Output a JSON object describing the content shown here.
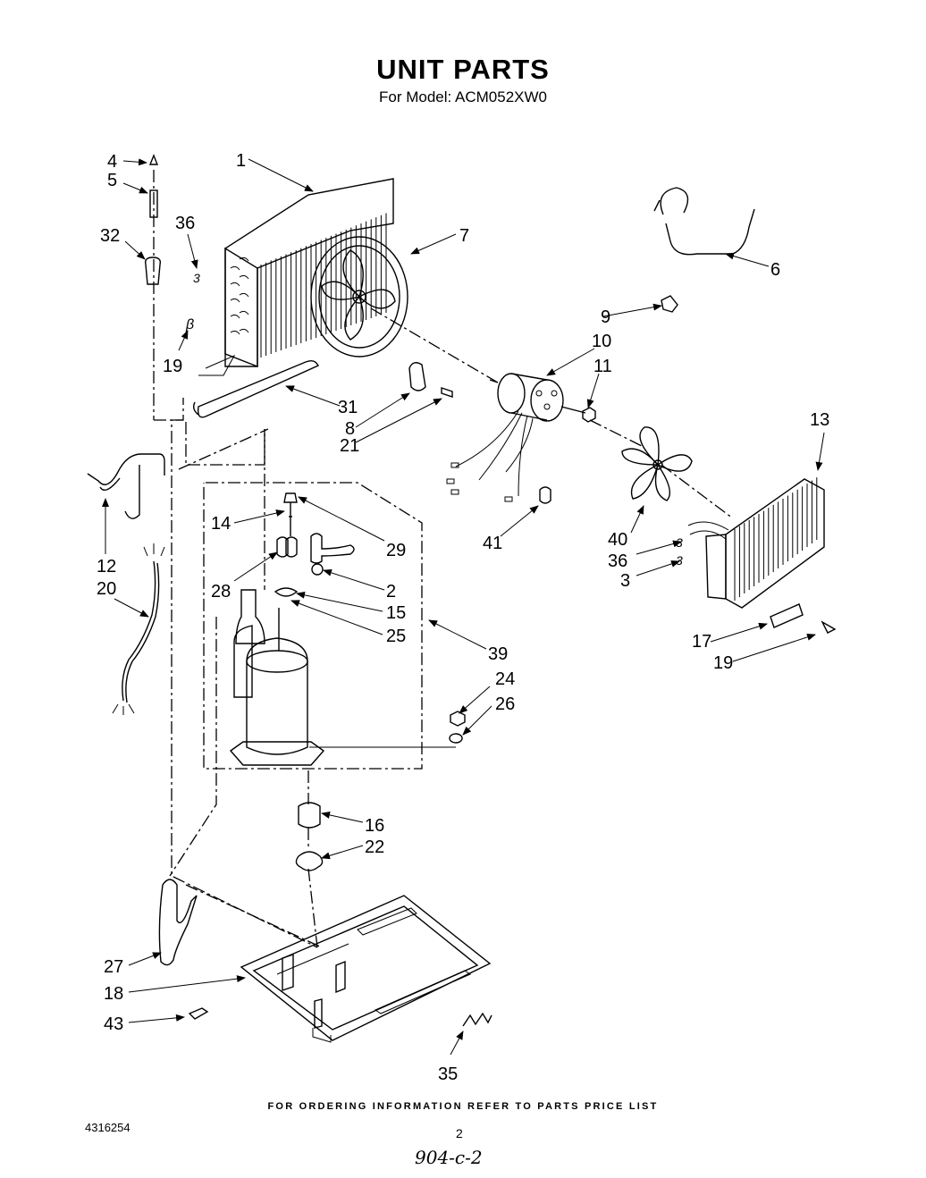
{
  "header": {
    "title": "UNIT PARTS",
    "subtitle": "For Model: ACM052XW0"
  },
  "footer": {
    "ordering_note": "FOR ORDERING INFORMATION REFER TO PARTS PRICE LIST",
    "document_number": "4316254",
    "page_number": "2",
    "handwritten_note": "904-c-2"
  },
  "callouts": [
    "1",
    "2",
    "3",
    "3",
    "4",
    "5",
    "6",
    "7",
    "8",
    "9",
    "10",
    "11",
    "12",
    "13",
    "14",
    "15",
    "16",
    "17",
    "18",
    "19",
    "19",
    "20",
    "21",
    "22",
    "24",
    "25",
    "26",
    "27",
    "28",
    "29",
    "31",
    "32",
    "35",
    "36",
    "36",
    "39",
    "40",
    "41",
    "43"
  ]
}
